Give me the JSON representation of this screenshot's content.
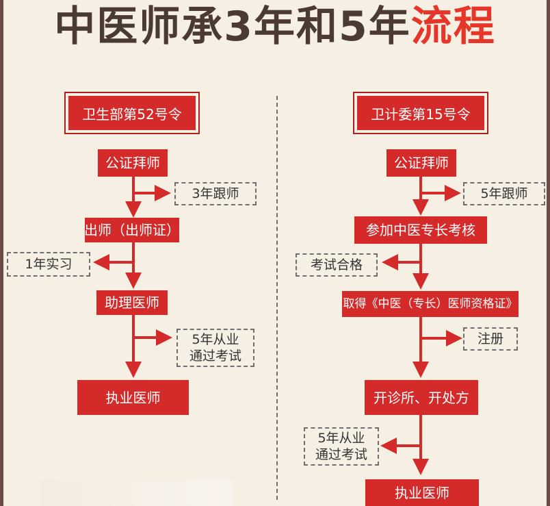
{
  "title": {
    "main": "中医师承3年和5年",
    "accent": "流程"
  },
  "left": {
    "document": "卫生部第52号令",
    "steps": [
      "公证拜师",
      "出师（出师证）",
      "助理医师",
      "执业医师"
    ],
    "side_notes": [
      "3年跟师",
      "1年实习",
      "5年从业\n通过考试"
    ]
  },
  "right": {
    "document": "卫计委第15号令",
    "steps": [
      "公证拜师",
      "参加中医专长考核",
      "取得《中医（专长）医师资格证》",
      "开诊所、开处方",
      "执业医师"
    ],
    "side_notes": [
      "5年跟师",
      "考试合格",
      "注册",
      "5年从业\n通过考试"
    ]
  },
  "colors": {
    "accent": "#e53629",
    "box_red": "#d52a2a",
    "title_dark": "#4a3a33",
    "background": "#f6efe4"
  }
}
